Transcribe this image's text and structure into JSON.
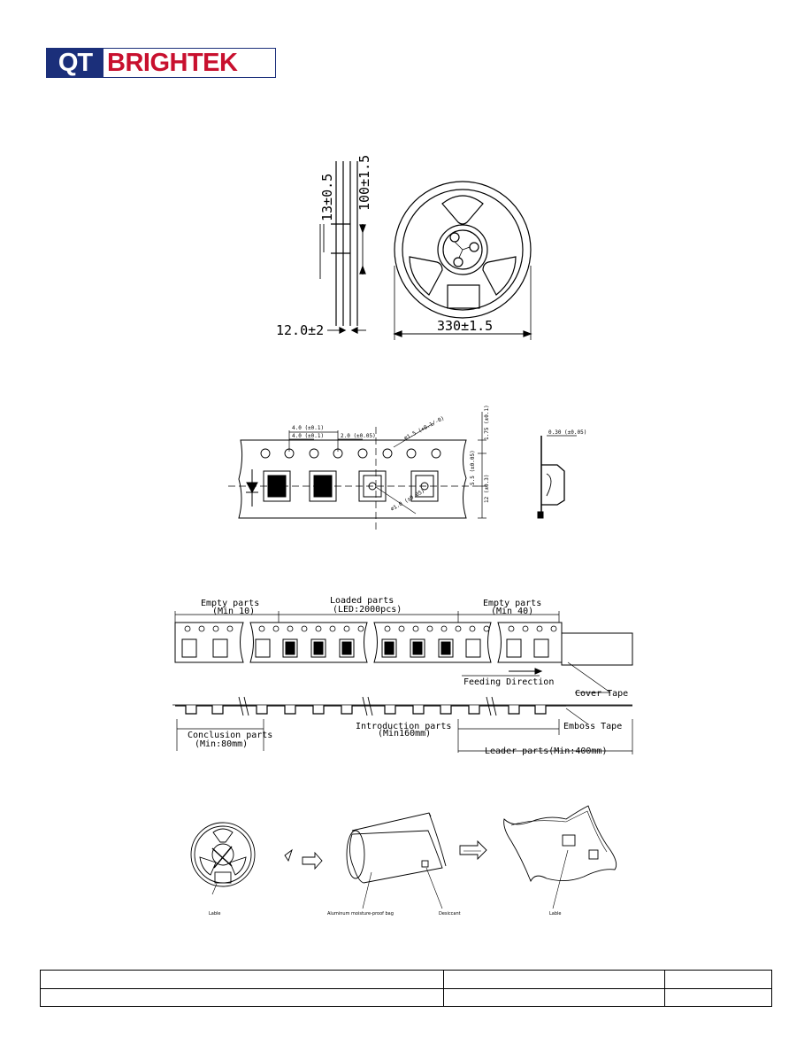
{
  "brand": {
    "prefix": "QT",
    "name": "BRIGHTEK"
  },
  "reel": {
    "hub_width": "13±0.5",
    "hub_diameter": "100±1.5",
    "reel_width": "12.0±2",
    "reel_diameter": "330±1.5"
  },
  "carrier_tape": {
    "dims": [
      "4.0 (±0.1)",
      "4.0 (±0.1)",
      "2.0 (±0.05)",
      "⌀1.5 (+0.1/-0)",
      "⌀1.0 (±0.05)",
      "1.75 (±0.1)",
      "5.5 (±0.05)",
      "12 (±0.3)",
      "0.30 (±0.05)"
    ]
  },
  "tape_leader": {
    "empty_parts_left": "Empty parts",
    "empty_parts_left_min": "(Min 10)",
    "loaded_parts": "Loaded parts",
    "loaded_parts_qty": "(LED:2000pcs)",
    "empty_parts_right": "Empty parts",
    "empty_parts_right_min": "(Min 40)",
    "feeding_direction": "Feeding Direction",
    "cover_tape": "Cover Tape",
    "emboss_tape": "Emboss Tape",
    "conclusion_parts": "Conclusion parts",
    "conclusion_parts_min": "(Min:80mm)",
    "introduction_parts": "Introduction parts",
    "introduction_parts_min": "(Min160mm)",
    "leader_parts": "Leader parts(Min:400mm)"
  },
  "packaging": {
    "label_1": "Lable",
    "bag": "Aluminum moisture-proof bag",
    "desiccant": "Desiccant",
    "label_2": "Lable"
  },
  "footer": {
    "rows": [
      [
        "",
        "",
        ""
      ],
      [
        "",
        "",
        ""
      ]
    ]
  }
}
